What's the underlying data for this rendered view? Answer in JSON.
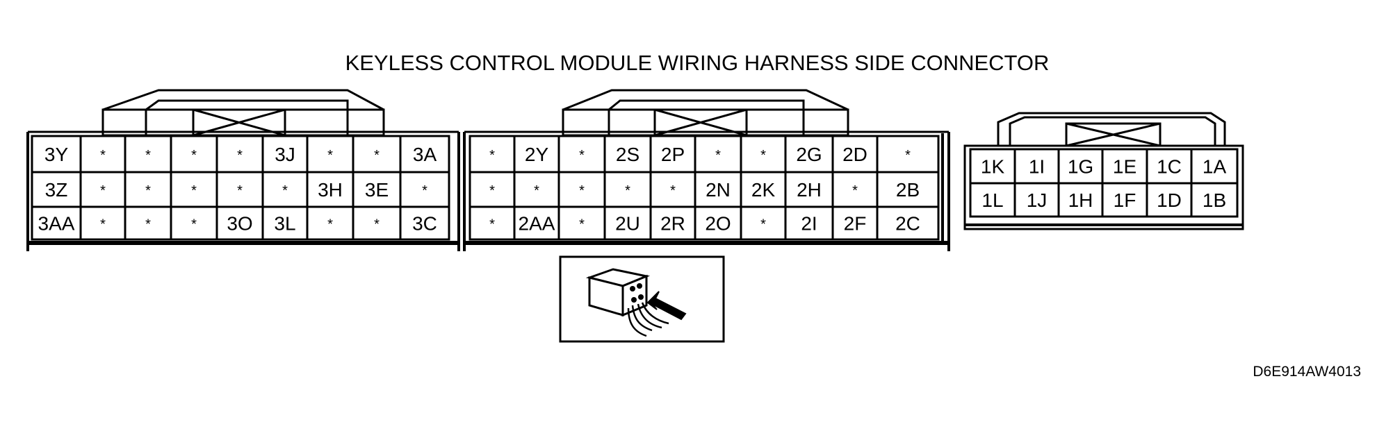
{
  "diagram": {
    "title": "KEYLESS CONTROL MODULE WIRING HARNESS SIDE CONNECTOR",
    "figure_code": "D6E914AW4013",
    "connectors": [
      {
        "id": "connector-3",
        "rows": [
          [
            "3Y",
            "*",
            "*",
            "*",
            "*",
            "3J",
            "*",
            "*",
            "3A"
          ],
          [
            "3Z",
            "*",
            "*",
            "*",
            "*",
            "*",
            "3H",
            "3E",
            "*"
          ],
          [
            "3AA",
            "*",
            "*",
            "*",
            "3O",
            "3L",
            "*",
            "*",
            "3C"
          ]
        ]
      },
      {
        "id": "connector-2",
        "rows": [
          [
            "*",
            "2Y",
            "*",
            "2S",
            "2P",
            "*",
            "*",
            "2G",
            "2D",
            "*"
          ],
          [
            "*",
            "*",
            "*",
            "*",
            "*",
            "2N",
            "2K",
            "2H",
            "*",
            "2B"
          ],
          [
            "*",
            "2AA",
            "*",
            "2U",
            "2R",
            "2O",
            "*",
            "2I",
            "2F",
            "2C"
          ]
        ]
      },
      {
        "id": "connector-1",
        "rows": [
          [
            "1K",
            "1I",
            "1G",
            "1E",
            "1C",
            "1A"
          ],
          [
            "1L",
            "1J",
            "1H",
            "1F",
            "1D",
            "1B"
          ]
        ]
      }
    ],
    "view_icon": "harness-side-view-icon"
  }
}
